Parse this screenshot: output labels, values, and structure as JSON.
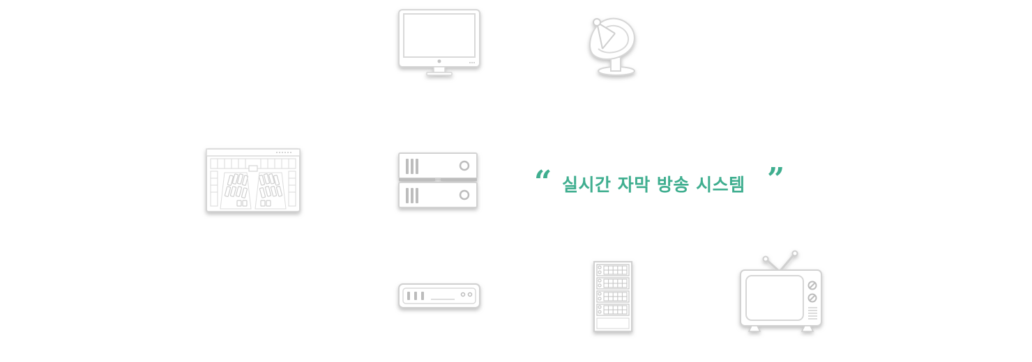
{
  "caption": {
    "quote_open": "“",
    "title": "실시간 자막 방송 시스템",
    "quote_close": "”"
  },
  "colors": {
    "accent": "#3fae8f",
    "device_fill": "#ffffff",
    "device_stroke": "#d0d0d0",
    "shadow": "#9a9a9a"
  },
  "devices": [
    {
      "name": "monitor",
      "icon": "monitor-icon"
    },
    {
      "name": "satellite-dish",
      "icon": "satellite-dish-icon"
    },
    {
      "name": "stenotype-keyboard",
      "icon": "keyboard-icon"
    },
    {
      "name": "server",
      "icon": "server-icon"
    },
    {
      "name": "encoder",
      "icon": "encoder-icon"
    },
    {
      "name": "rack",
      "icon": "rack-icon"
    },
    {
      "name": "television",
      "icon": "tv-icon"
    }
  ]
}
